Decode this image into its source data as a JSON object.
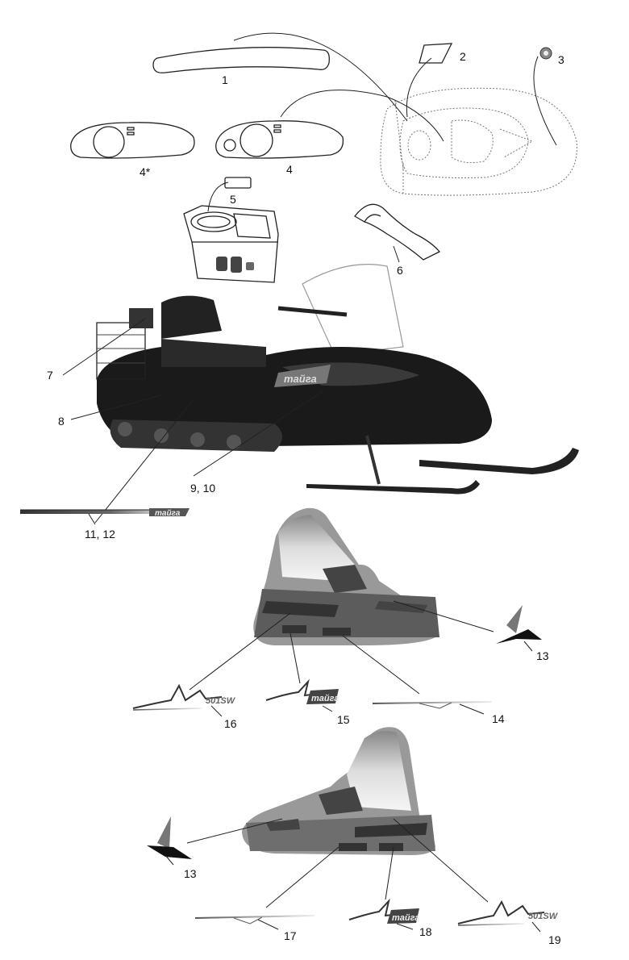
{
  "labels": {
    "l1": "1",
    "l2": "2",
    "l3": "3",
    "l4a": "4*",
    "l4": "4",
    "l5": "5",
    "l6": "6",
    "l7": "7",
    "l8": "8",
    "l9_10": "9, 10",
    "l11_12": "11, 12",
    "l13a": "13",
    "l14": "14",
    "l15": "15",
    "l16": "16",
    "l13b": "13",
    "l17": "17",
    "l18": "18",
    "l19": "19"
  },
  "decals": {
    "brand": "тайга",
    "model": "501SW"
  }
}
